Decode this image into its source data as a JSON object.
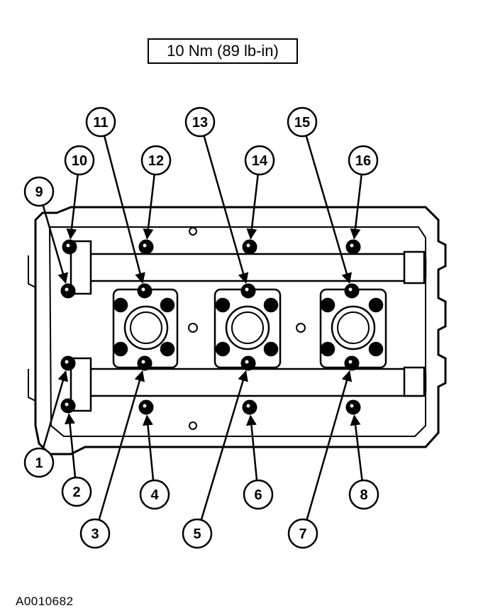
{
  "torque_spec": "10 Nm (89 lb-in)",
  "figure_code": "A0010682",
  "callouts": [
    "1",
    "2",
    "3",
    "4",
    "5",
    "6",
    "7",
    "8",
    "9",
    "10",
    "11",
    "12",
    "13",
    "14",
    "15",
    "16"
  ],
  "colors": {
    "ink": "#000000",
    "paper": "#ffffff"
  }
}
